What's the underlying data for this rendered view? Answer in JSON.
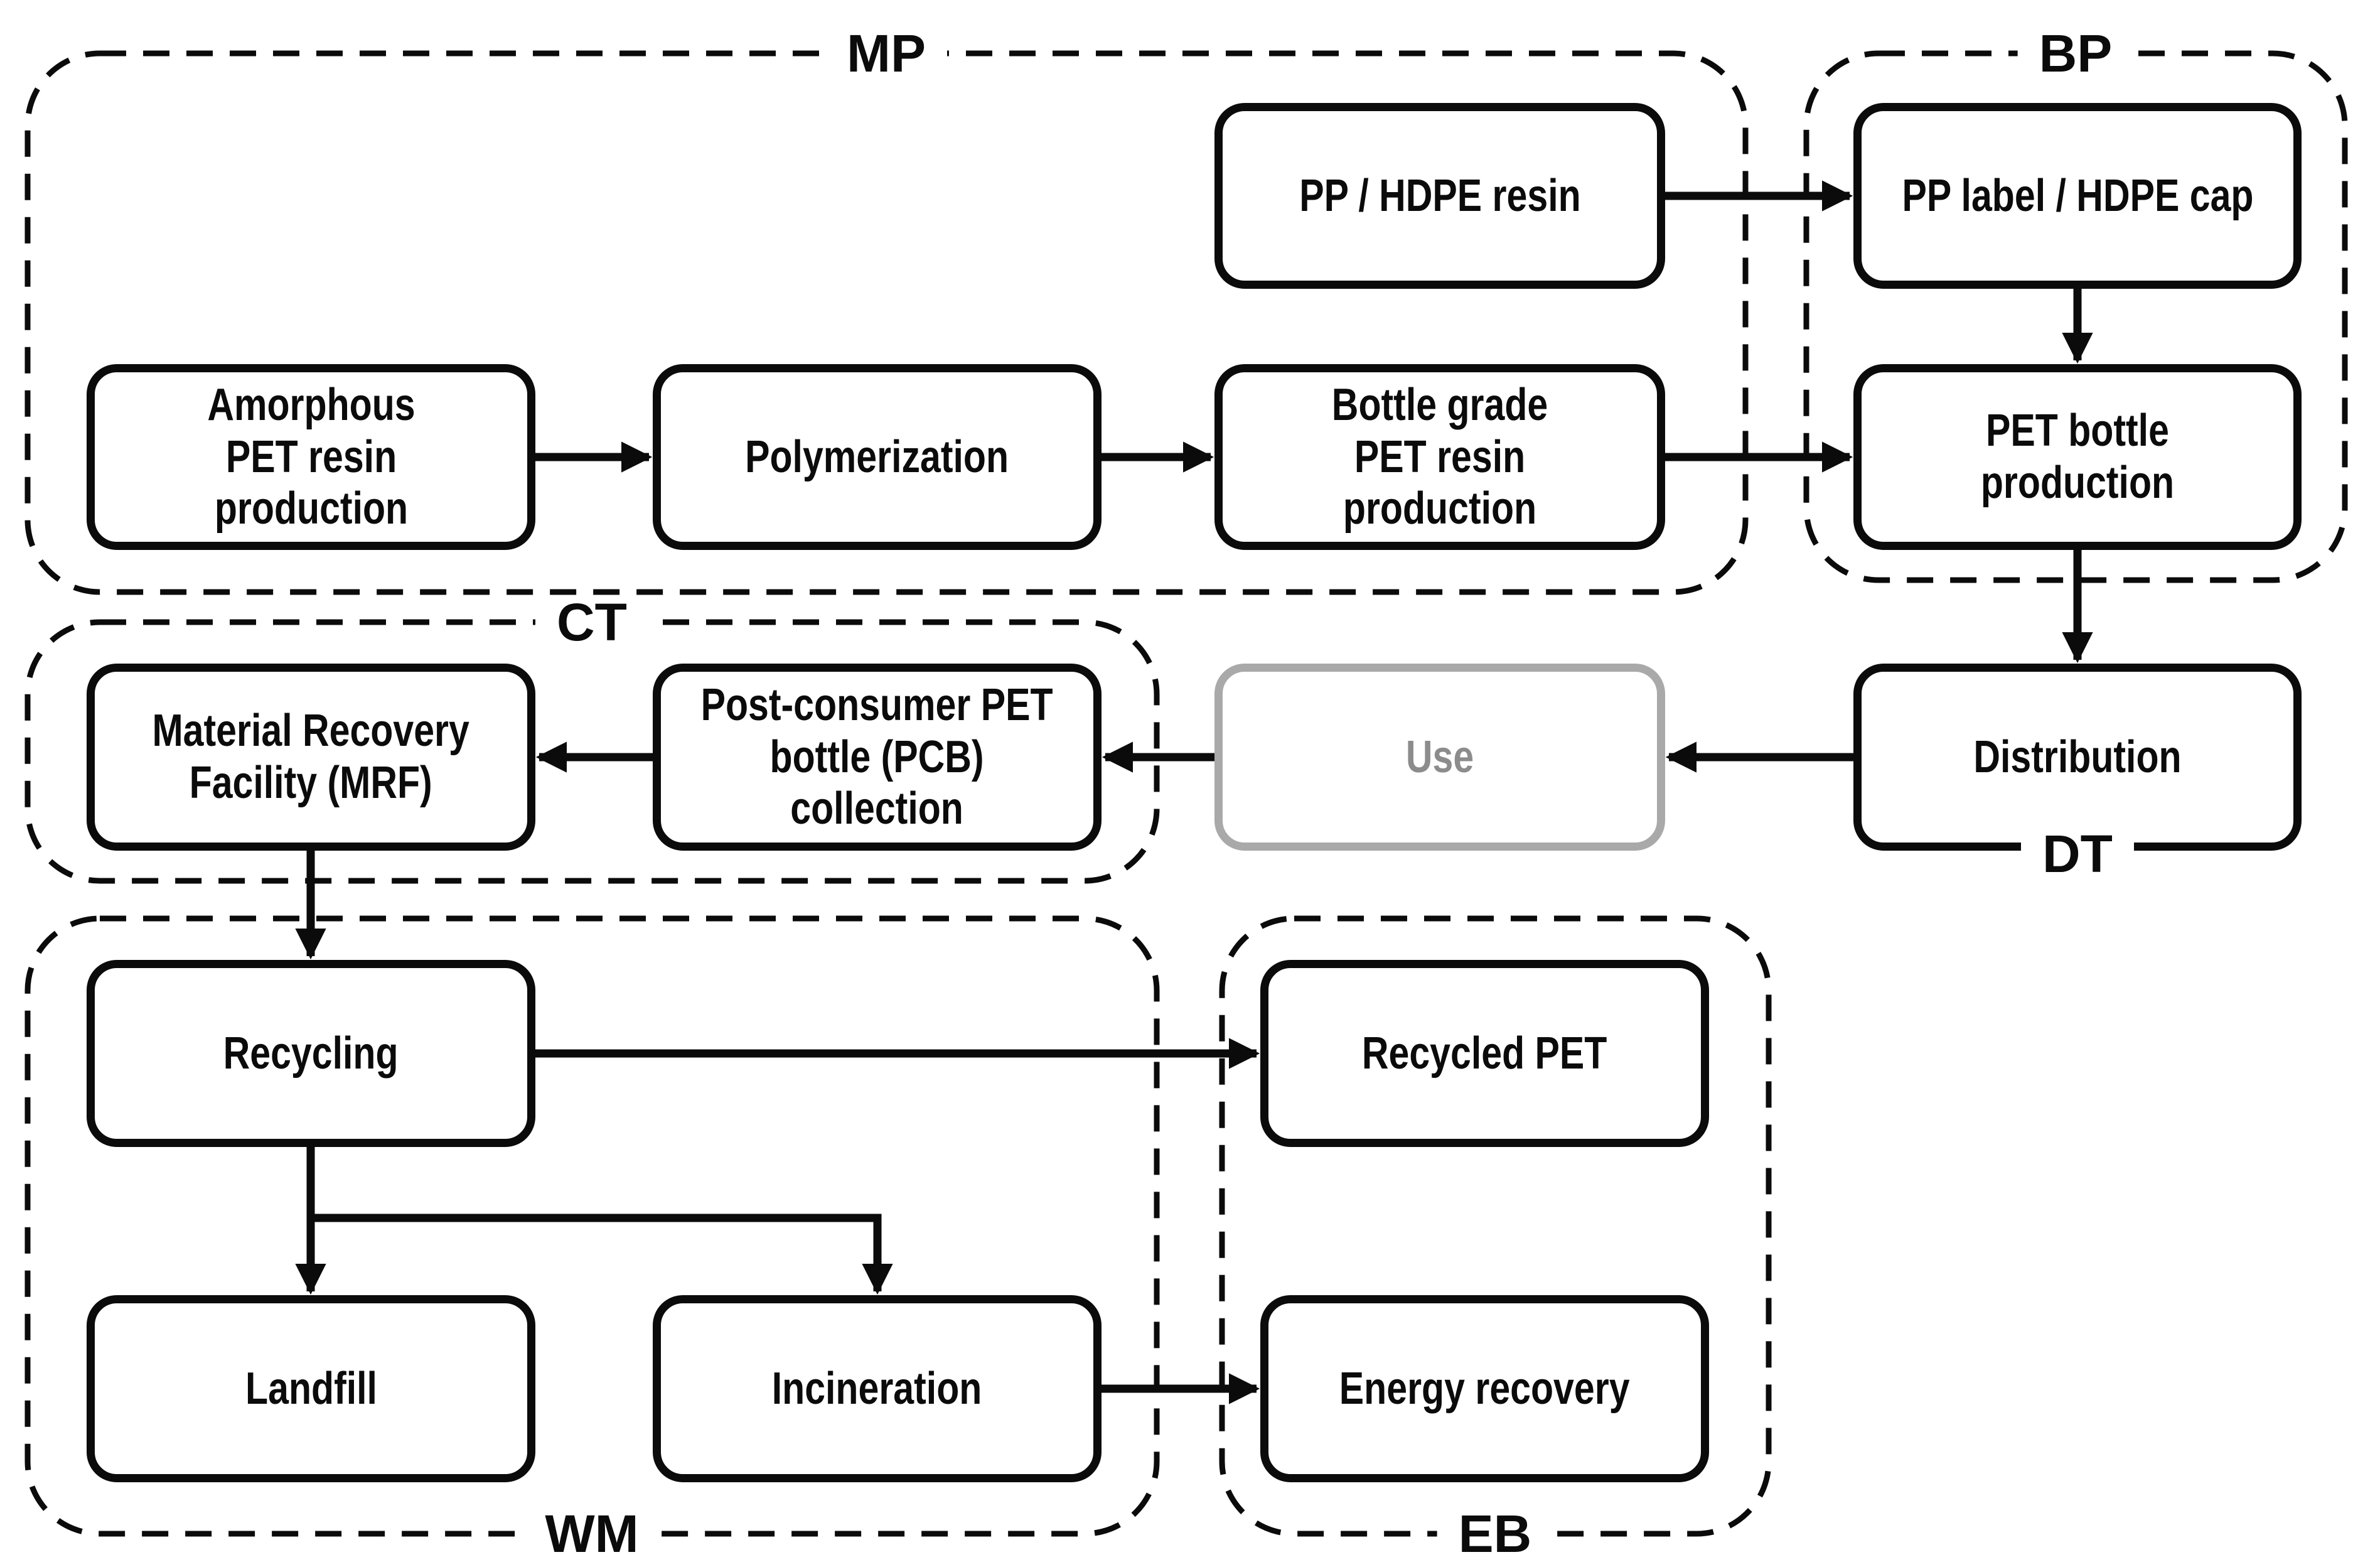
{
  "diagram": {
    "type": "flowchart",
    "colors": {
      "line": "#0b0b0b",
      "background": "#ffffff",
      "muted_border": "#a9a9a9",
      "muted_text": "#8c8c8c"
    }
  },
  "groups": {
    "mp": {
      "label": "MP"
    },
    "bp": {
      "label": "BP"
    },
    "ct": {
      "label": "CT"
    },
    "dt": {
      "label": "DT"
    },
    "wm": {
      "label": "WM"
    },
    "eb": {
      "label": "EB"
    }
  },
  "nodes": {
    "pp_hdpe_resin": {
      "label": "PP / HDPE resin"
    },
    "pp_label_hdpe_cap": {
      "label": "PP label / HDPE cap"
    },
    "amorphous_pet": {
      "label": "Amorphous\nPET resin\nproduction"
    },
    "polymerization": {
      "label": "Polymerization"
    },
    "bottle_grade": {
      "label": "Bottle grade\nPET resin\nproduction"
    },
    "pet_bottle_production": {
      "label": "PET bottle\nproduction"
    },
    "mrf": {
      "label": "Material Recovery\nFacility (MRF)"
    },
    "pcb_collection": {
      "label": "Post-consumer PET\nbottle (PCB)\ncollection"
    },
    "use": {
      "label": "Use",
      "muted": true
    },
    "distribution": {
      "label": "Distribution"
    },
    "recycling": {
      "label": "Recycling"
    },
    "recycled_pet": {
      "label": "Recycled PET"
    },
    "landfill": {
      "label": "Landfill"
    },
    "incineration": {
      "label": "Incineration"
    },
    "energy_recovery": {
      "label": "Energy recovery"
    }
  },
  "edges": [
    {
      "from": "amorphous_pet",
      "to": "polymerization"
    },
    {
      "from": "polymerization",
      "to": "bottle_grade"
    },
    {
      "from": "bottle_grade",
      "to": "pet_bottle_production"
    },
    {
      "from": "pp_hdpe_resin",
      "to": "pp_label_hdpe_cap"
    },
    {
      "from": "pp_label_hdpe_cap",
      "to": "pet_bottle_production"
    },
    {
      "from": "pet_bottle_production",
      "to": "distribution"
    },
    {
      "from": "distribution",
      "to": "use"
    },
    {
      "from": "use",
      "to": "pcb_collection"
    },
    {
      "from": "pcb_collection",
      "to": "mrf"
    },
    {
      "from": "mrf",
      "to": "recycling"
    },
    {
      "from": "recycling",
      "to": "recycled_pet"
    },
    {
      "from": "recycling",
      "to": "landfill"
    },
    {
      "from": "recycling",
      "to": "incineration"
    },
    {
      "from": "incineration",
      "to": "energy_recovery"
    }
  ]
}
